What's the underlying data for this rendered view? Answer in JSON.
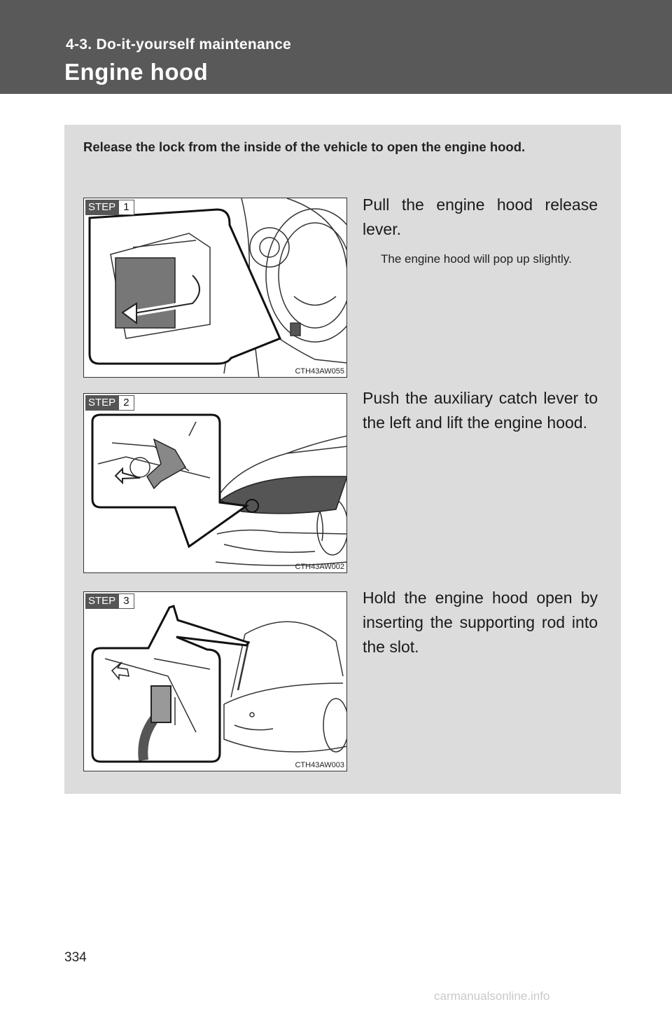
{
  "header": {
    "section": "4-3. Do-it-yourself maintenance",
    "title": "Engine hood"
  },
  "intro": "Release the lock from the inside of the vehicle to open the engine hood.",
  "steps": [
    {
      "badge_word": "STEP",
      "badge_num": "1",
      "text": "Pull the engine hood release lever.",
      "note": "The engine hood will pop up slightly.",
      "figure_code": "CTH43AW055"
    },
    {
      "badge_word": "STEP",
      "badge_num": "2",
      "text": "Push the auxiliary catch lever to the left and lift the engine hood.",
      "figure_code": "CTH43AW002"
    },
    {
      "badge_word": "STEP",
      "badge_num": "3",
      "text": "Hold the engine hood open by inserting the supporting rod into the slot.",
      "figure_code": "CTH43AW003"
    }
  ],
  "page_number": "334",
  "watermark": "carmanualsonline.info"
}
